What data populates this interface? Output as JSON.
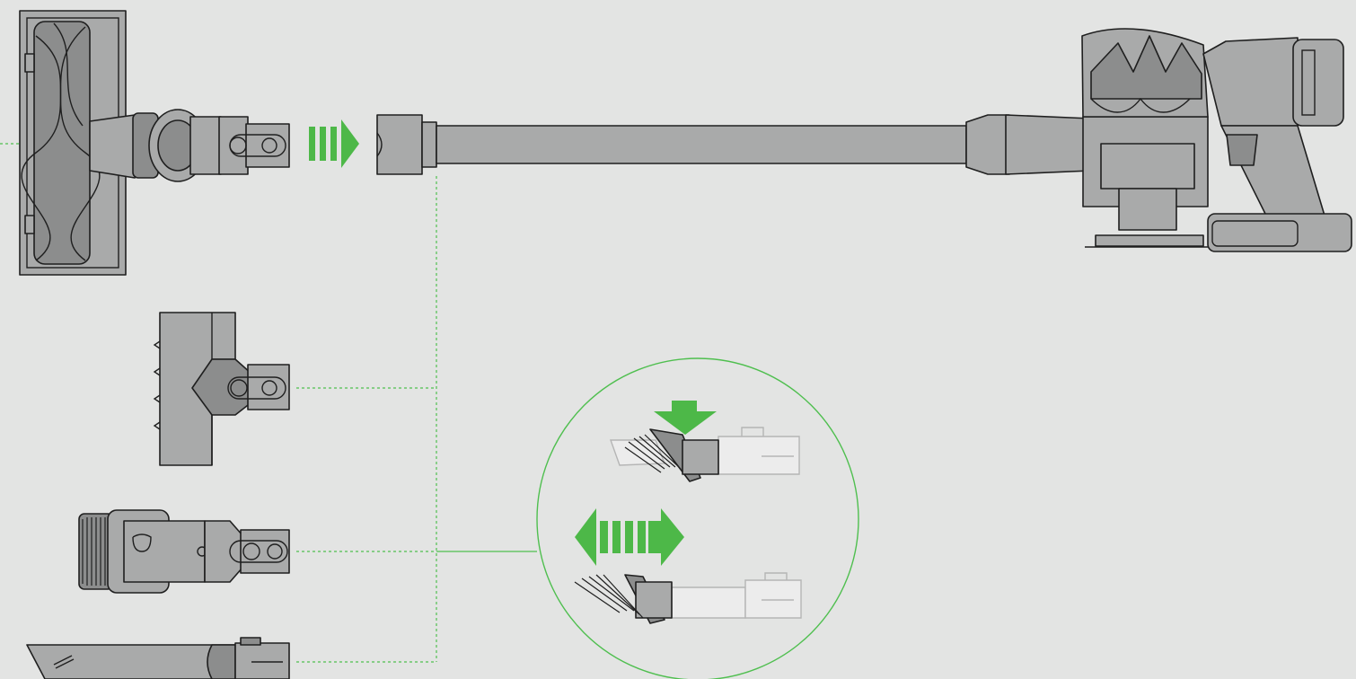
{
  "diagram": {
    "colors": {
      "background": "#e3e4e3",
      "part": "#a9aaaa",
      "part_dark": "#8c8d8d",
      "outline": "#1f1f1f",
      "accent_green": "#4db848",
      "guide_line": "#4fbf4f"
    },
    "parts": [
      "motorhead-floor-tool",
      "wand",
      "main-body",
      "mini-motorized-tool",
      "combination-tool",
      "crevice-tool"
    ],
    "icons": [
      "arrow-right-icon",
      "arrow-down-icon",
      "arrow-left-right-icon"
    ]
  }
}
